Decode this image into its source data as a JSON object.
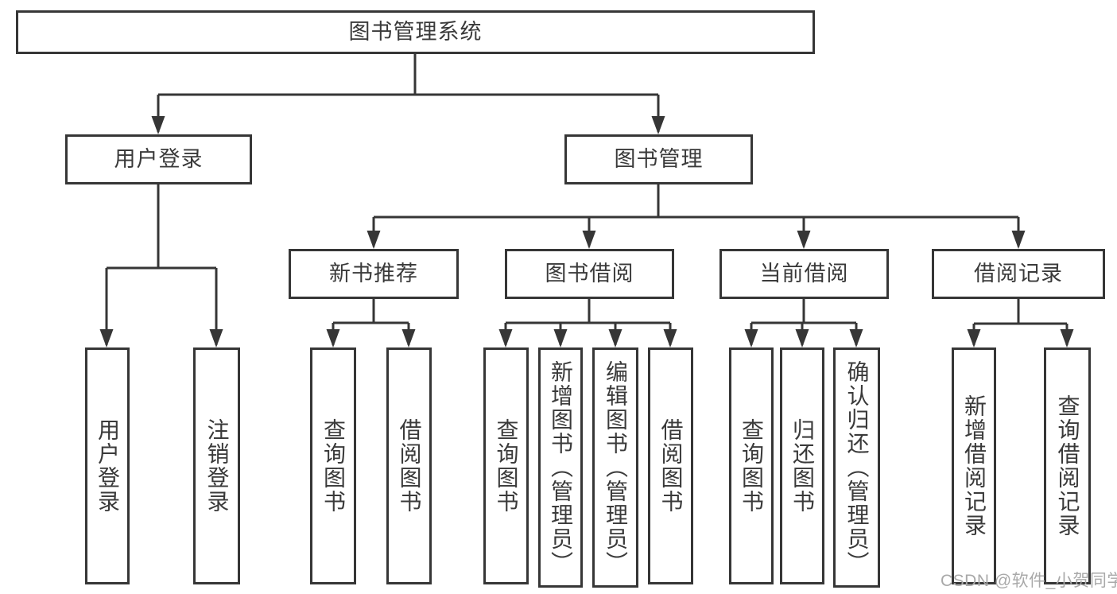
{
  "diagram": {
    "root": {
      "label": "图书管理系统"
    },
    "level2": [
      {
        "label": "用户登录"
      },
      {
        "label": "图书管理"
      }
    ],
    "level3": [
      {
        "label": "新书推荐"
      },
      {
        "label": "图书借阅"
      },
      {
        "label": "当前借阅"
      },
      {
        "label": "借阅记录"
      }
    ],
    "leaves": {
      "userLogin": [
        "用户登录",
        "注销登录"
      ],
      "newBookRec": [
        "查询图书",
        "借阅图书"
      ],
      "bookBorrow": [
        "查询图书",
        "新增图书（管理员）",
        "编辑图书（管理员）",
        "借阅图书"
      ],
      "currentBorrow": [
        "查询图书",
        "归还图书",
        "确认归还（管理员）"
      ],
      "borrowRecords": [
        "新增借阅记录",
        "查询借阅记录"
      ]
    }
  },
  "watermark": {
    "text": "CSDN @软件_小贺同学"
  },
  "colors": {
    "line": "#363636",
    "text": "#3a3a3a",
    "watermark": "#a9a9a9",
    "background": "#ffffff"
  }
}
